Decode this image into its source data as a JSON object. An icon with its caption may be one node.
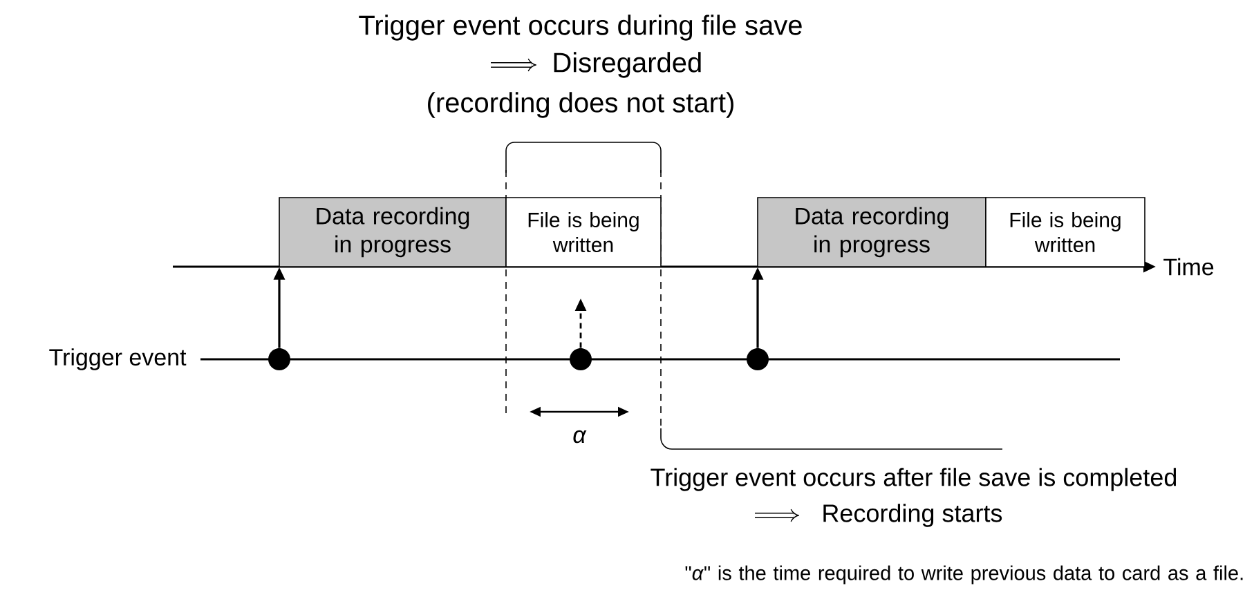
{
  "diagram": {
    "nodes": [
      {
        "text": [
          "Data recording in progress"
        ]
      },
      {
        "text": [
          "File is being written"
        ]
      },
      {
        "text": [
          "Data recording in progress"
        ]
      },
      {
        "text": [
          "File is being written"
        ]
      },
      {
        "text": [],
        "shape": "circle"
      },
      {
        "text": [],
        "shape": "circle"
      },
      {
        "text": [],
        "shape": "circle"
      }
    ],
    "edges": [
      {
        "from": 4,
        "to": 0,
        "arrow": "to"
      },
      {
        "from": 5,
        "to": null,
        "arrow": "to",
        "style": "dashed"
      },
      {
        "from": 6,
        "to": 2,
        "arrow": "to"
      }
    ],
    "labels": [
      "Trigger event occurs during file save",
      "Disregarded",
      "(recording does not start)",
      "Time",
      "Trigger event",
      "α",
      "Trigger event occurs after file save is completed",
      "Recording starts",
      "\"*α*\" is the time required to write previous data to card as a file."
    ]
  }
}
